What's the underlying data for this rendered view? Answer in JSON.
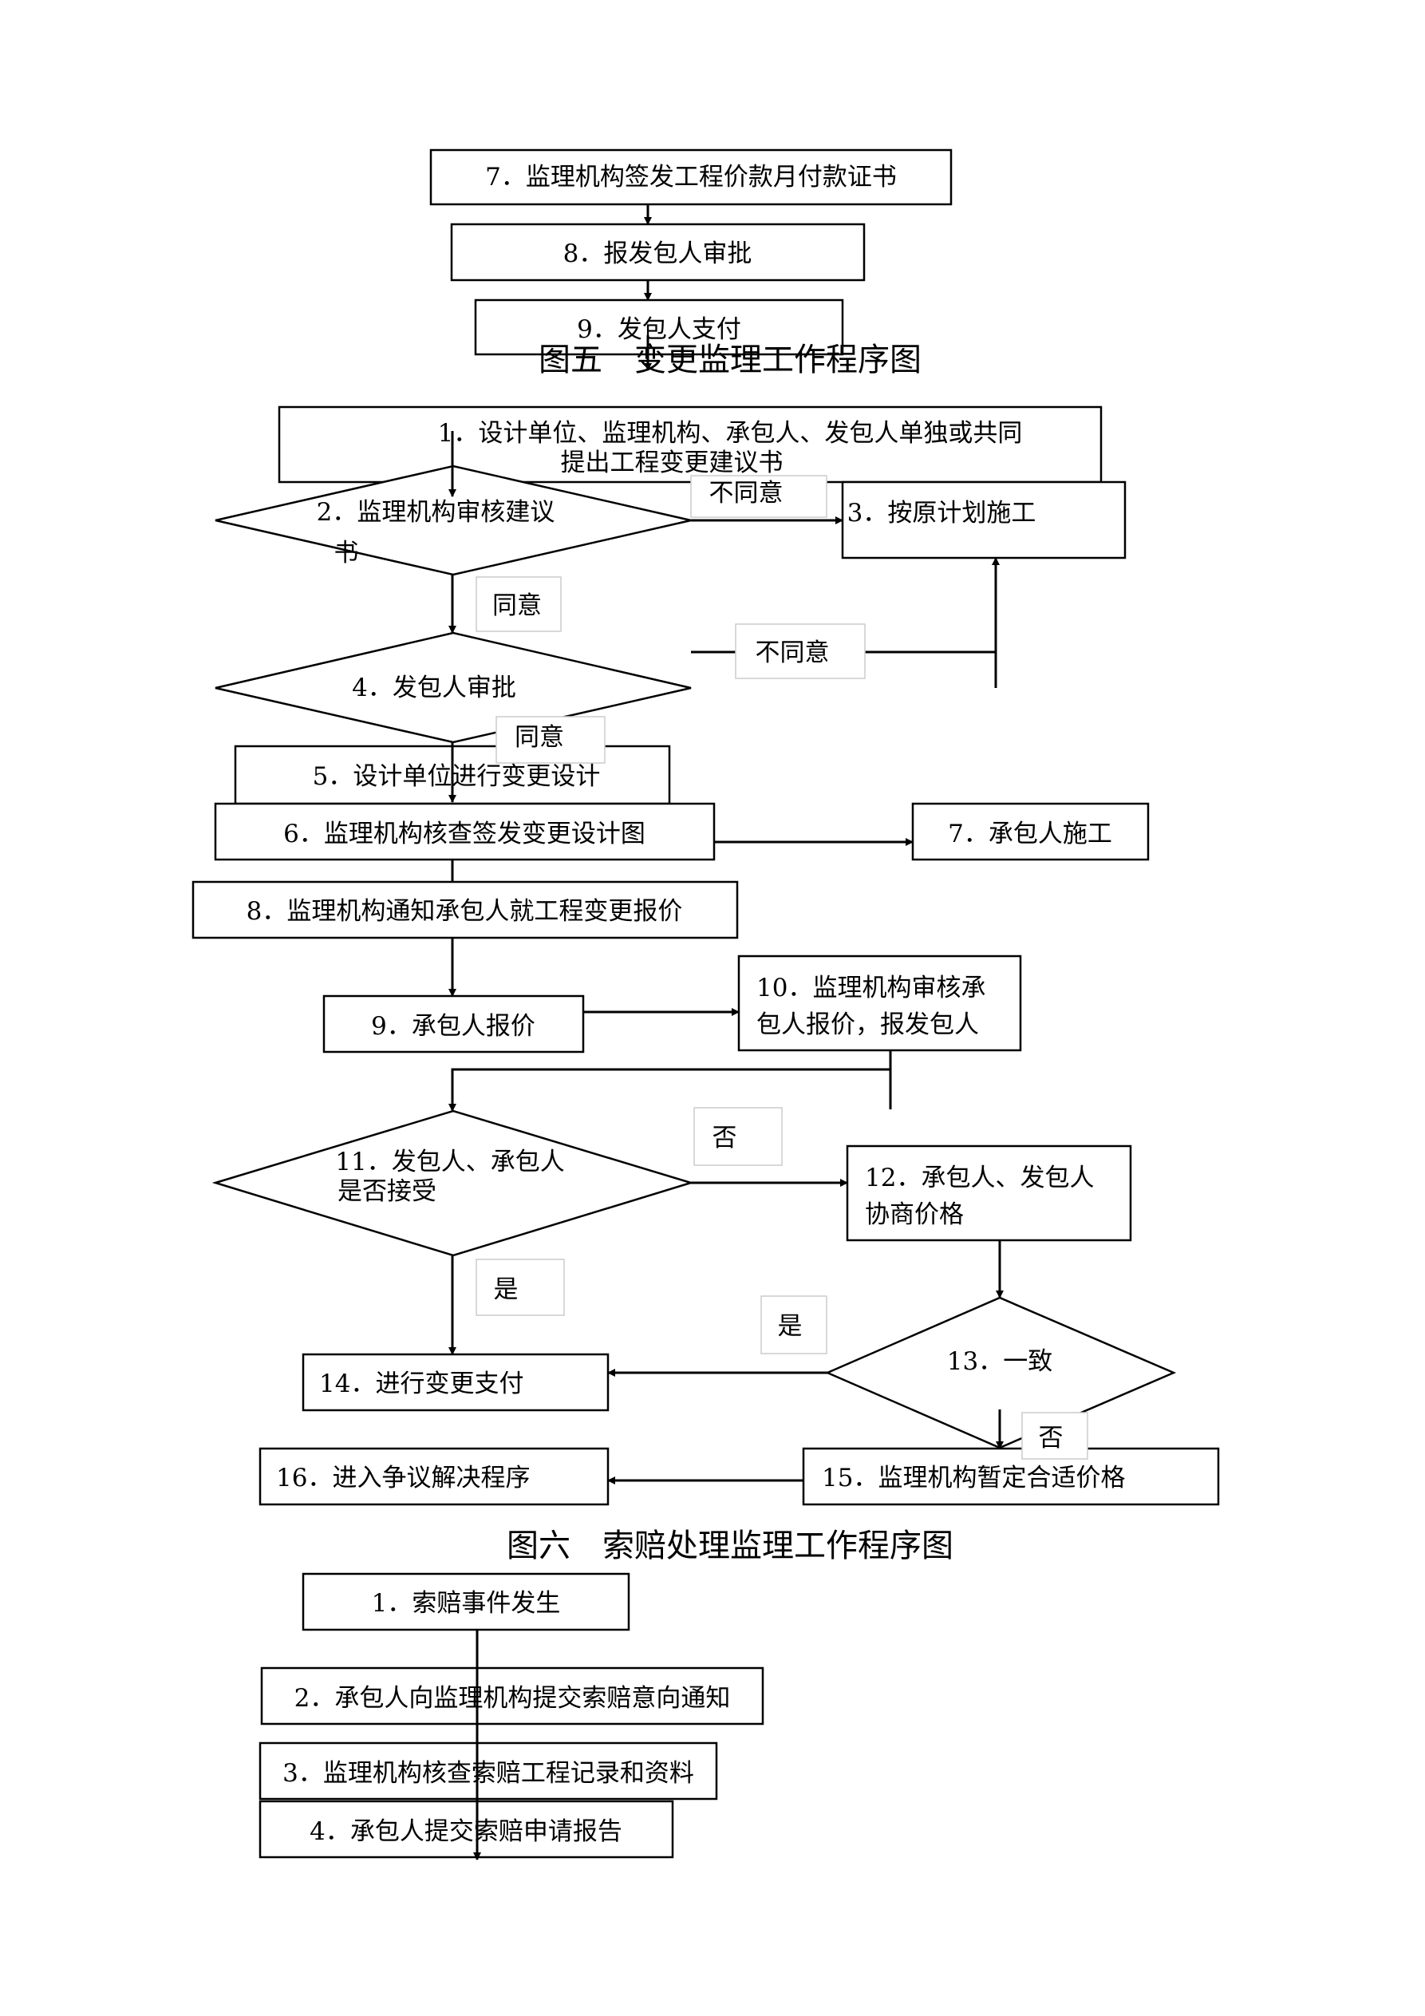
{
  "top_steps": {
    "s7": "7．监理机构签发工程价款月付款证书",
    "s8": "8．报发包人审批",
    "s9": "9．发包人支付"
  },
  "change_flow": {
    "title": "图五　变更监理工作程序图",
    "s1_line1": "1．设计单位、监理机构、承包人、发包人单独或共同",
    "s1_line2": "提出工程变更建议书",
    "s2_line1": "2．监理机构审核建议",
    "s2_line2": "书",
    "s3": "3．按原计划施工",
    "s4": "4．发包人审批",
    "s5": "5．设计单位进行变更设计",
    "s6": "6．监理机构核查签发变更设计图",
    "s7": "7．承包人施工",
    "s8": "8．监理机构通知承包人就工程变更报价",
    "s9": "9．承包人报价",
    "s10_line1": "10．监理机构审核承",
    "s10_line2": "包人报价，报发包人",
    "s11_line1": "11．发包人、承包人",
    "s11_line2": "是否接受",
    "s12_line1": "12．承包人、发包人",
    "s12_line2": "协商价格",
    "s13": "13．一致",
    "s14": "14．进行变更支付",
    "s15": "15．监理机构暂定合适价格",
    "s16": "16．进入争议解决程序",
    "lbl_disagree1": "不同意",
    "lbl_agree1": "同意",
    "lbl_disagree2": "不同意",
    "lbl_agree2": "同意",
    "lbl_no1": "否",
    "lbl_yes1": "是",
    "lbl_yes2": "是",
    "lbl_no2": "否"
  },
  "claim_flow": {
    "title": "图六　索赔处理监理工作程序图",
    "s1": "1．索赔事件发生",
    "s2": "2．承包人向监理机构提交索赔意向通知",
    "s3": "3．监理机构核查索赔工程记录和资料",
    "s4": "4．承包人提交索赔申请报告"
  }
}
